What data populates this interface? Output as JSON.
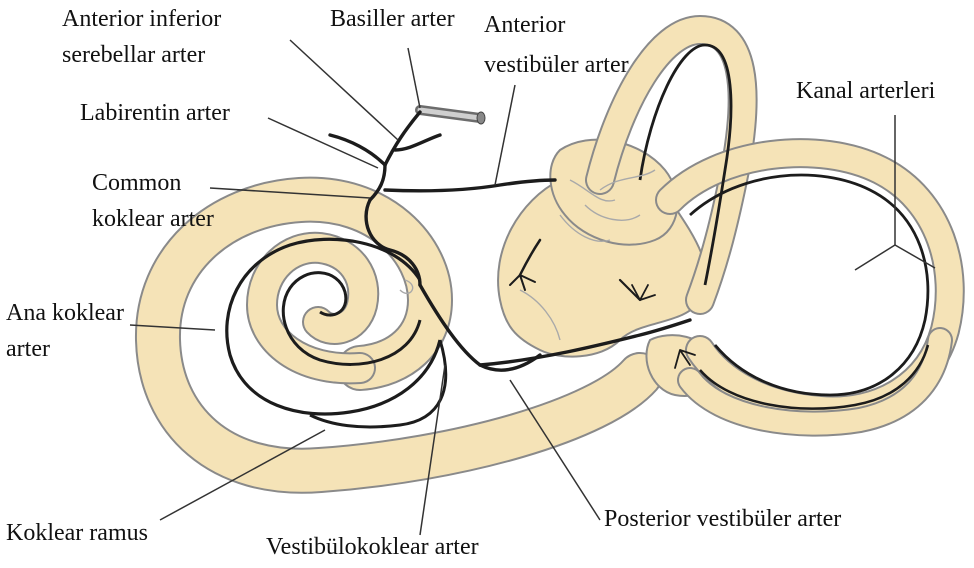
{
  "colors": {
    "tube_fill": "#f5e3b7",
    "tube_edge": "#8a8a8a",
    "artery": "#1c1c1c",
    "fine_vessel": "#a9a9a9",
    "leader": "#333333",
    "background": "#ffffff"
  },
  "labels": {
    "anterior_inferior_line1": "Anterior inferior",
    "anterior_inferior_line2": "serebellar arter",
    "basiller": "Basiller arter",
    "anterior_vestibuler_line1": "Anterior",
    "anterior_vestibuler_line2": "vestibüler arter",
    "kanal": "Kanal arterleri",
    "labirentin": "Labirentin arter",
    "common_line1": "Common",
    "common_line2": "koklear arter",
    "ana_koklear_line1": "Ana koklear",
    "ana_koklear_line2": "arter",
    "koklear_ramus": "Koklear ramus",
    "vestibulokoklear": "Vestibülokoklear arter",
    "posterior_vestibuler": "Posterior vestibüler arter"
  }
}
